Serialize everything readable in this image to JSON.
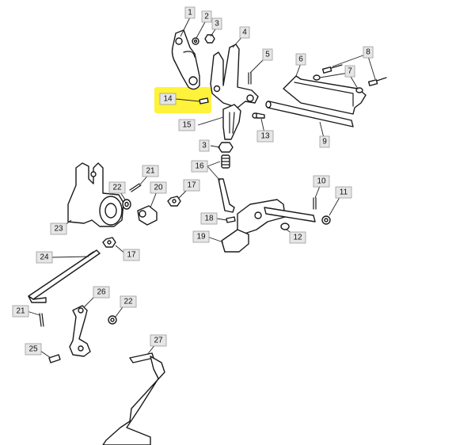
{
  "diagram": {
    "highlight_color": "#fff23a",
    "highlighted_callout": "14",
    "callouts": {
      "c1": "1",
      "c2": "2",
      "c3a": "3",
      "c4": "4",
      "c5": "5",
      "c6": "6",
      "c7": "7",
      "c8": "8",
      "c9": "9",
      "c10": "10",
      "c11": "11",
      "c12": "12",
      "c13": "13",
      "c14": "14",
      "c15": "15",
      "c3b": "3",
      "c16": "16",
      "c17a": "17",
      "c18": "18",
      "c19": "19",
      "c20": "20",
      "c21a": "21",
      "c22a": "22",
      "c23": "23",
      "c24": "24",
      "c17b": "17",
      "c21b": "21",
      "c22b": "22",
      "c25": "25",
      "c26": "26",
      "c27": "27"
    }
  }
}
